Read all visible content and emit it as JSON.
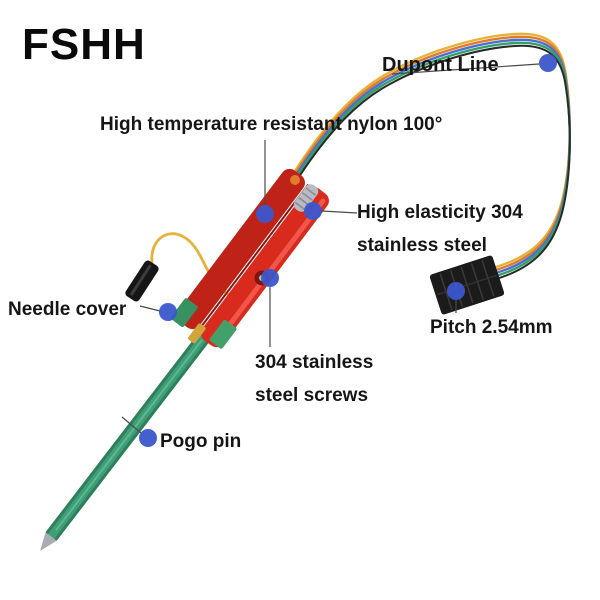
{
  "brand": {
    "logo_text": "FSHH"
  },
  "labels": {
    "dupont_line": "Dupont Line",
    "nylon": "High temperature resistant nylon 100°",
    "elasticity": "High elasticity 304\nstainless steel",
    "needle_cover": "Needle cover",
    "pitch": "Pitch 2.54mm",
    "screws": "304 stainless\nsteel screws",
    "pogo_pin": "Pogo pin"
  },
  "colors": {
    "marker_blue": "#3b57cb",
    "leader_line": "#4a4a4a",
    "clip_red": "#d92a1e",
    "pcb_green": "#3f9e78",
    "wire_yellow": "#e6b23a",
    "wire_orange": "#e07b2c",
    "wire_blue": "#4a6fd4",
    "wire_green": "#35a066",
    "connector_black": "#1b1b1b"
  }
}
